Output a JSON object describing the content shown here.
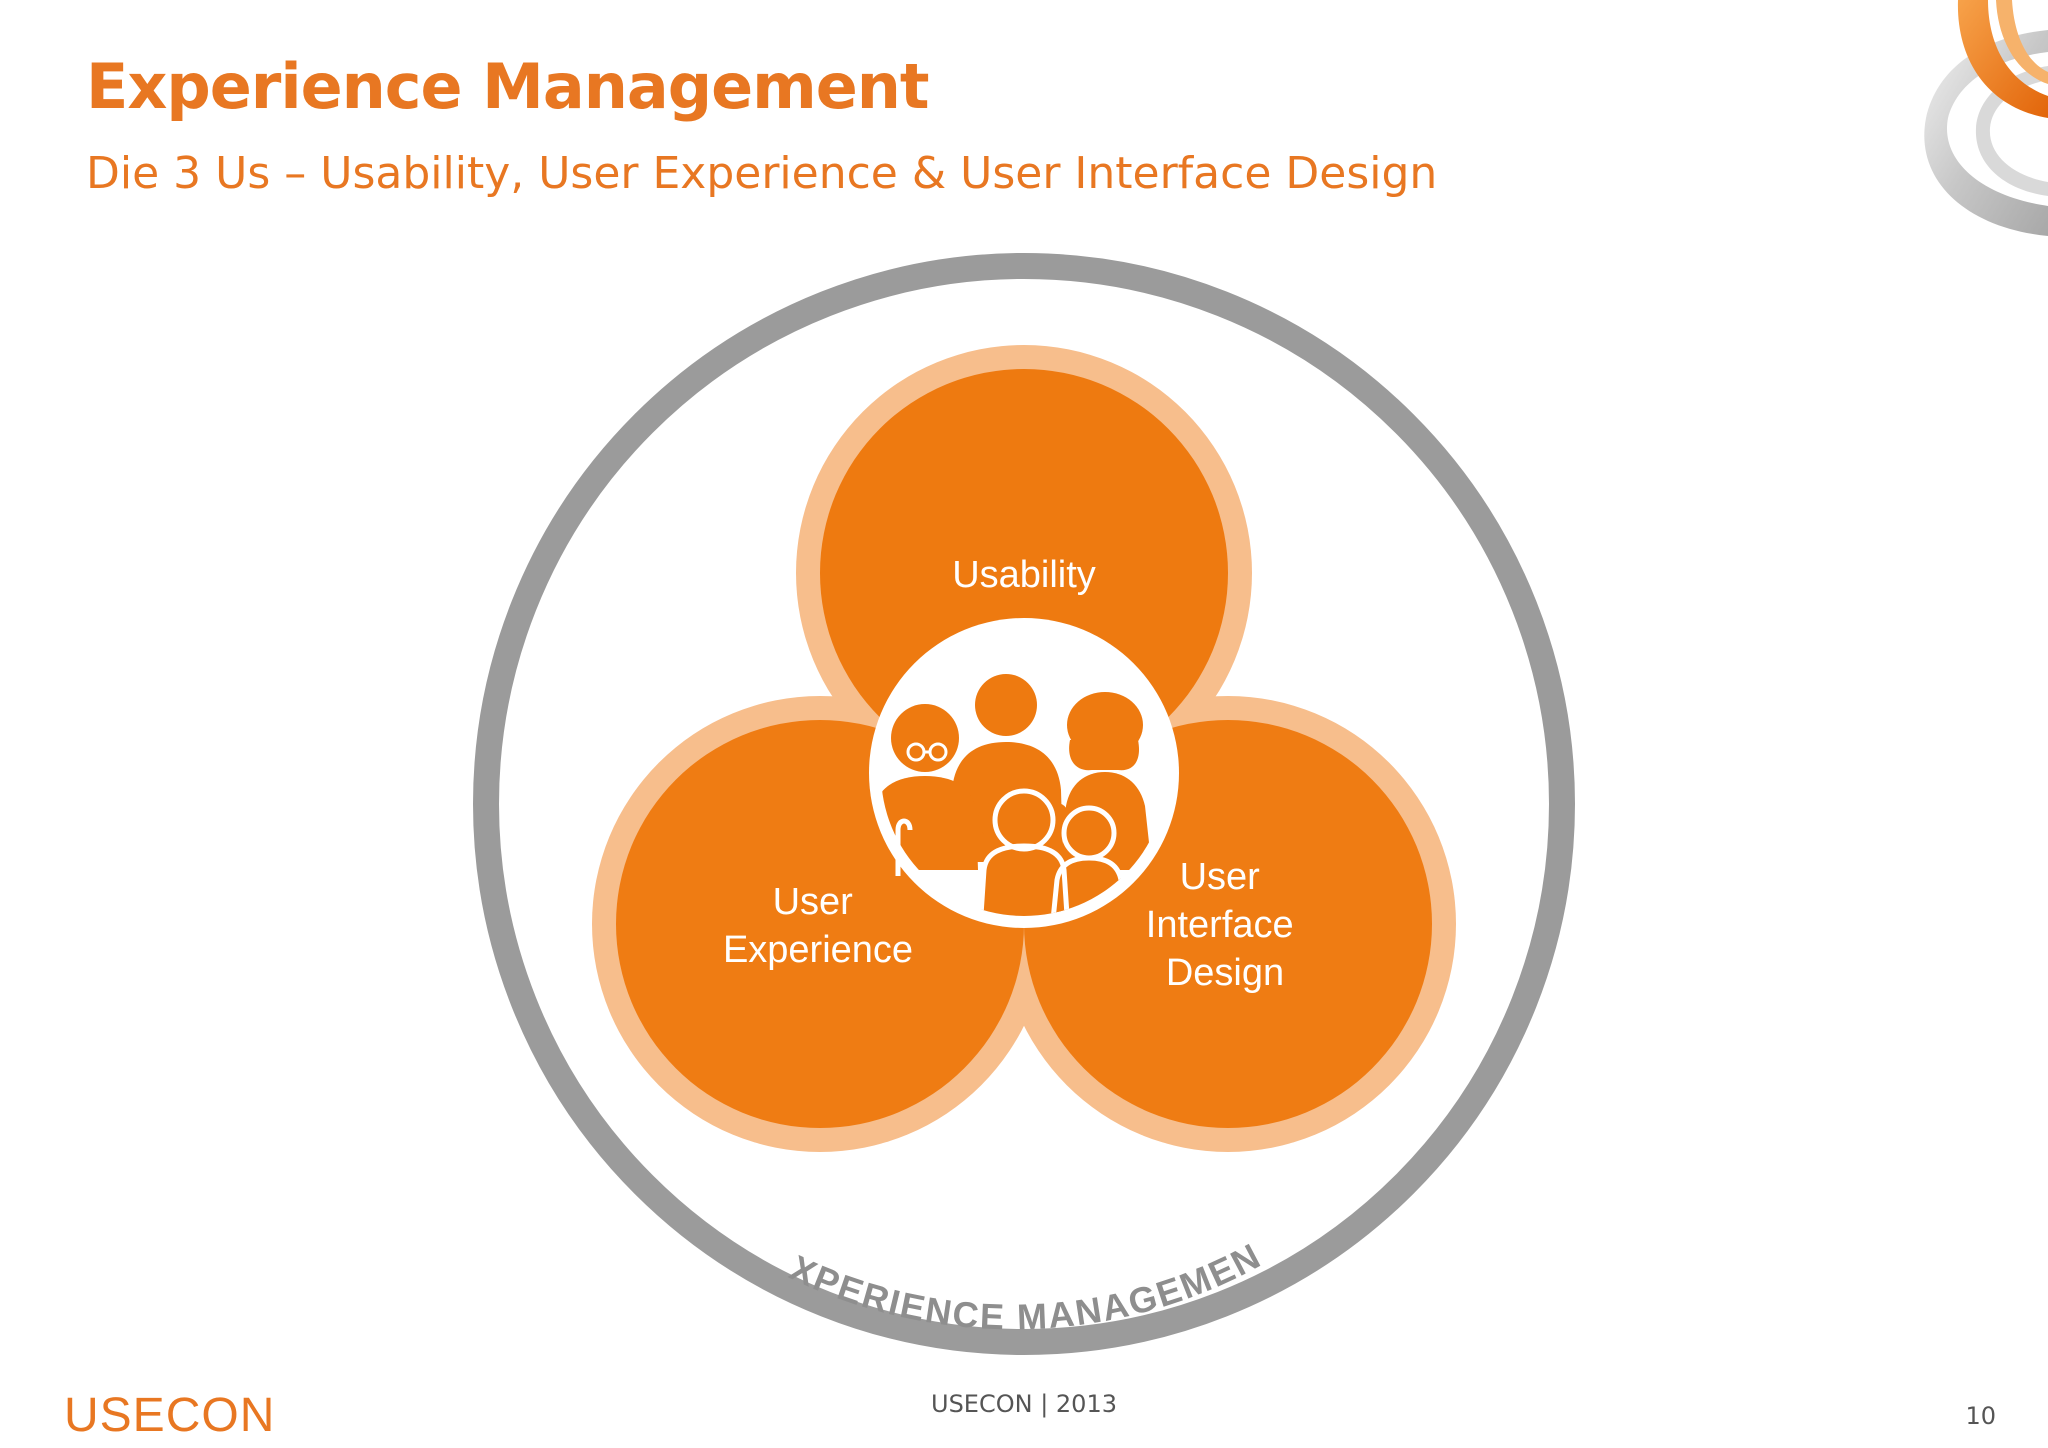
{
  "header": {
    "title": "Experience Management",
    "subtitle": "Die 3 Us – Usability, User Experience & User Interface Design"
  },
  "diagram": {
    "circles": [
      {
        "id": "usability",
        "lines": [
          "Usability"
        ]
      },
      {
        "id": "user-experience",
        "lines": [
          "User",
          "Experience"
        ]
      },
      {
        "id": "ui-design",
        "lines": [
          "User",
          "Interface",
          "Design"
        ]
      }
    ],
    "outer_ring_label": "EXPERIENCE MANAGEMENT",
    "center_icon": "user-group-icon",
    "colors": {
      "circle_fill": "#EE7A10",
      "circle_halo": "#F7BE8C",
      "outer_ring": "#9B9B9B",
      "ring_label": "#8E8E8E"
    }
  },
  "footer": {
    "logo": "USECON",
    "center": "USECON  |  2013",
    "page": "10"
  },
  "colors": {
    "accent": "#E87722"
  }
}
